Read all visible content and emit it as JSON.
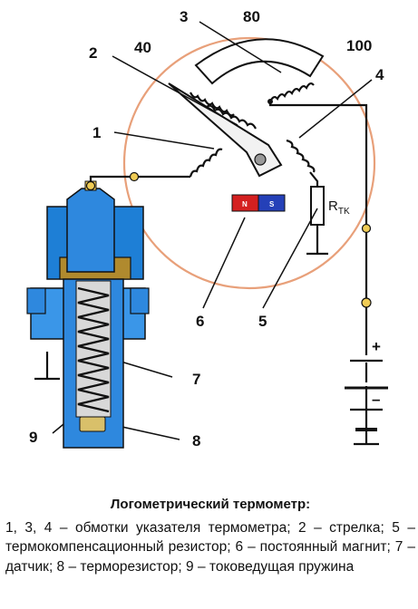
{
  "scale_labels": {
    "low": "40",
    "mid": "80",
    "high": "100"
  },
  "part_numbers": {
    "n1": "1",
    "n2": "2",
    "n3": "3",
    "n4": "4",
    "n5": "5",
    "n6": "6",
    "n7": "7",
    "n8": "8",
    "n9": "9"
  },
  "resistor_label": {
    "main": "R",
    "sub": "TK"
  },
  "magnet": {
    "north": "N",
    "south": "S"
  },
  "battery": {
    "plus": "+",
    "minus": "–"
  },
  "caption": {
    "title": "Логометрический термометр:",
    "text": "1, 3, 4 – обмотки указателя термометра; 2 – стрелка; 5 – термокомпенсационный резистор; 6 – постоянный магнит; 7 – датчик; 8 – терморезистор; 9 – токоведущая пружина"
  },
  "colors": {
    "circle": "#e8a07a",
    "sensor_blue": "#1e7fd6",
    "sensor_body": "#3a96e8",
    "brass": "#b08a2e",
    "wire": "#111111",
    "node": "#f0cc55",
    "magnet_north": "#d42020",
    "magnet_south": "#2440b8"
  }
}
